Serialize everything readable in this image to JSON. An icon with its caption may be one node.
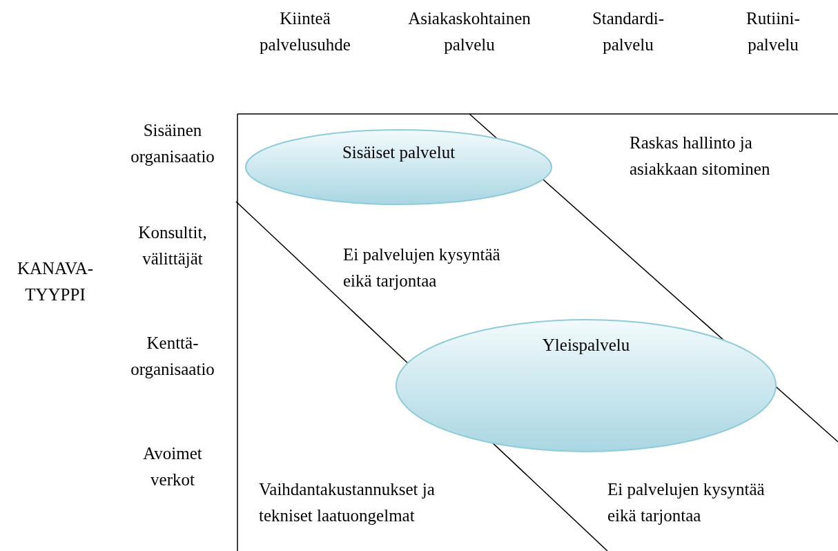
{
  "diagram": {
    "nodes": [
      {
        "text": [
          "Sisäiset palvelut"
        ]
      },
      {
        "text": [
          "Yleispalvelu"
        ]
      }
    ],
    "edges": [],
    "labels": [
      "Kiinteä palvelusuhde",
      "Asiakaskohtainen palvelu",
      "Standardi- palvelu",
      "Rutiini- palvelu",
      "Sisäinen organisaatio",
      "Raskas hallinto ja asiakkaan sitominen",
      "KANAVA- TYYPPI",
      "Konsultit, välittäjät",
      "Ei palvelujen kysyntää eikä tarjontaa",
      "Kenttä- organisaatio",
      "Avoimet verkot",
      "Vaihdantakustannukset ja tekniset laatuongelmat",
      "Ei palvelujen kysyntää eikä tarjontaa"
    ]
  }
}
